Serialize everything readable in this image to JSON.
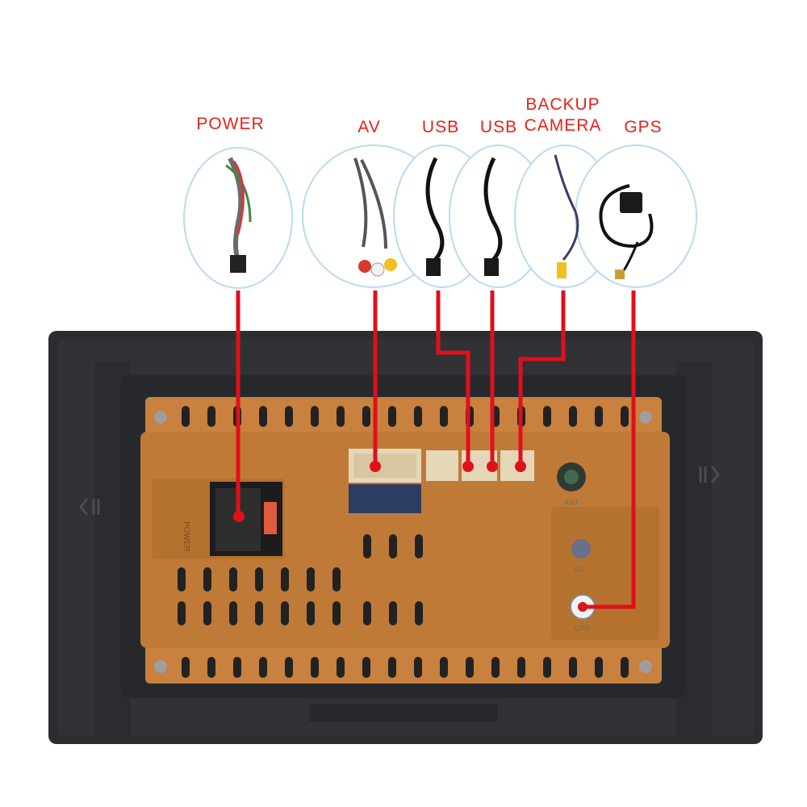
{
  "labels": {
    "power": "POWER",
    "av": "AV",
    "usb_1": "USB",
    "usb_2": "USB",
    "backup_camera_line1": "BACKUP",
    "backup_camera_line2": "CAMERA",
    "gps": "GPS"
  },
  "port_markings": {
    "power": "POWER",
    "antenna": "ANT",
    "cd": "CD",
    "gps": "GPS"
  },
  "colors": {
    "label": "#e5231b",
    "connector_line": "#e0101a",
    "bubble_outline": "#b7dcef",
    "chassis_frame": "#2b2d30",
    "rear_plate": "#c8813f"
  },
  "icons": [
    "power-harness-cable-icon",
    "av-rca-cable-icon",
    "usb-cable-icon",
    "backup-camera-cable-icon",
    "gps-antenna-icon"
  ]
}
